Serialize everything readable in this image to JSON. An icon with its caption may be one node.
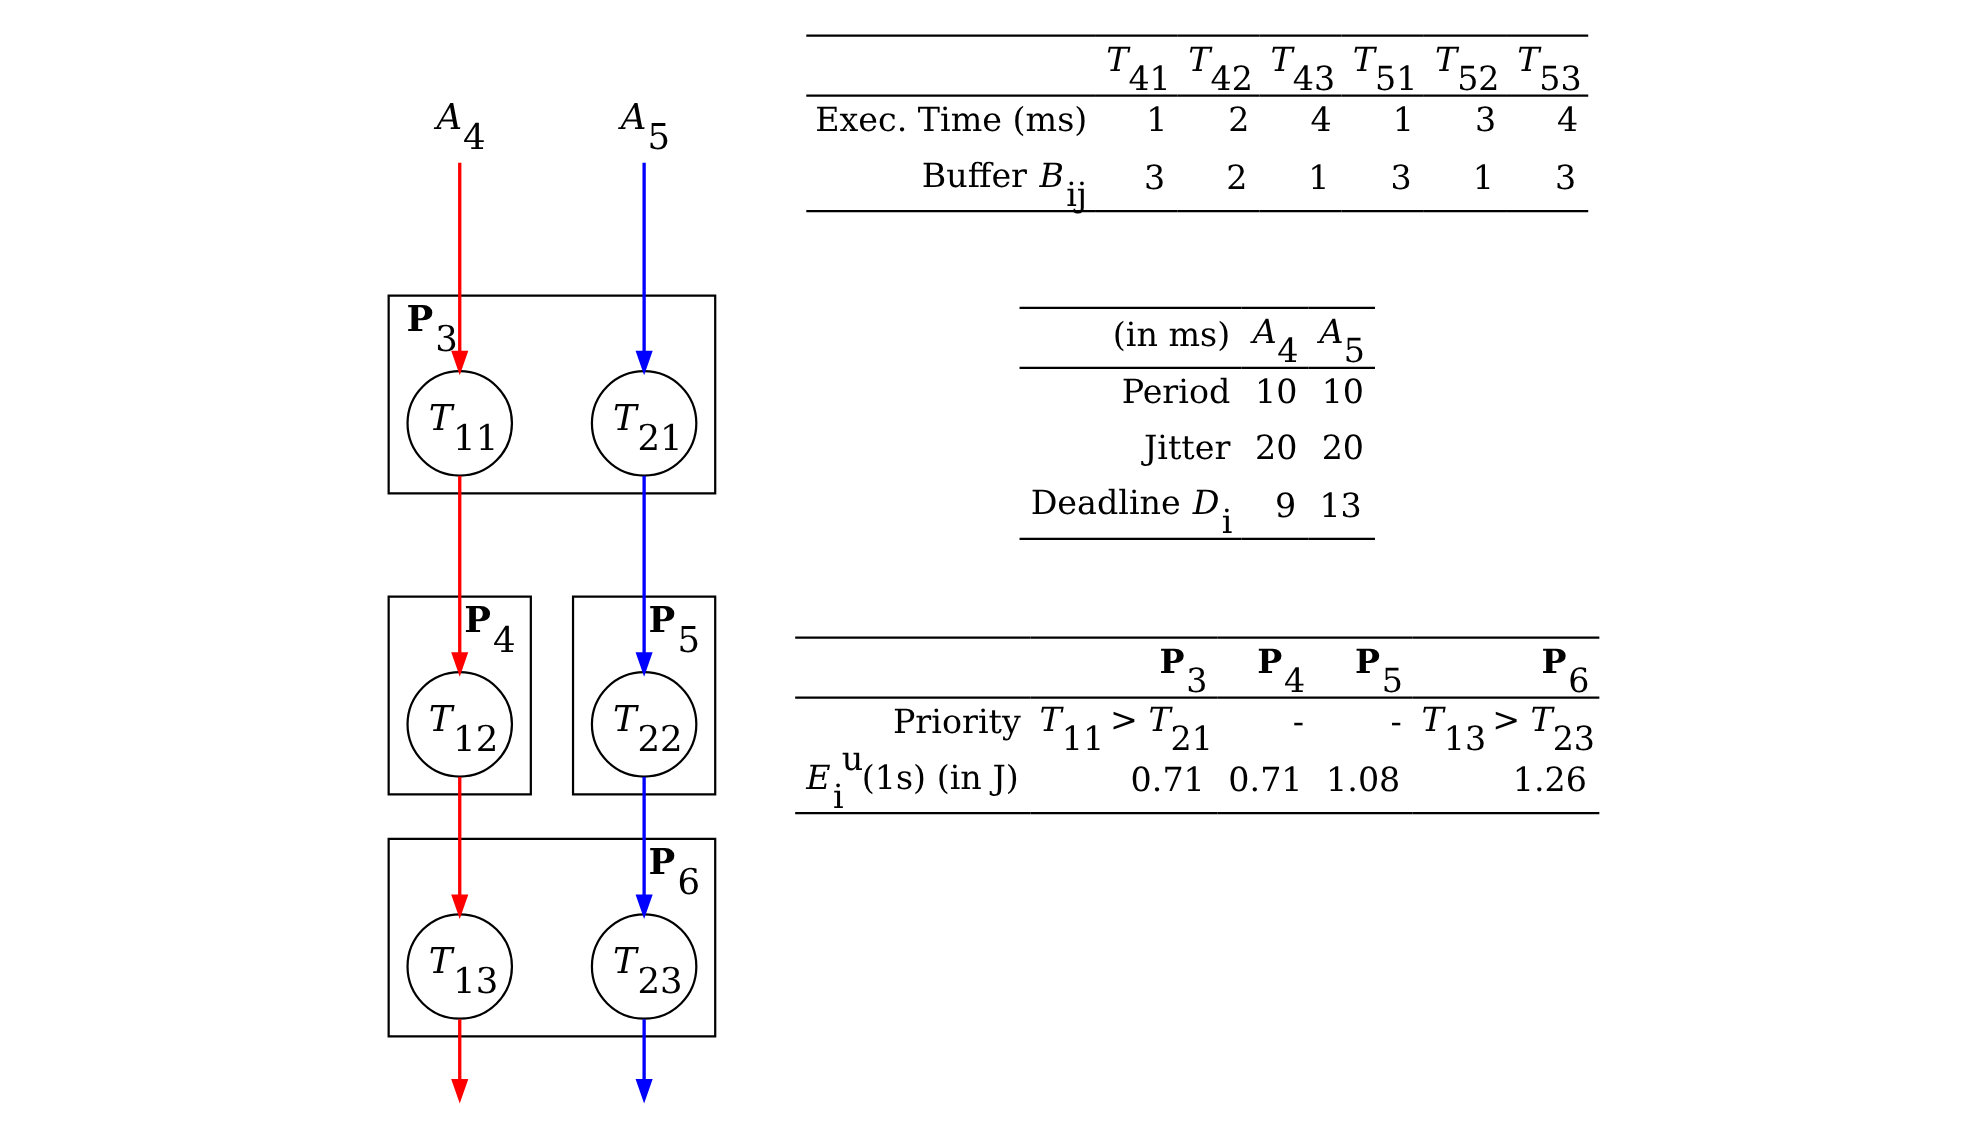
{
  "diagram": {
    "nodes": [
      {
        "text": [
          "**P**$_{3}$"
        ]
      },
      {
        "text": [
          "*T*$_{11}$"
        ],
        "in": 0
      },
      {
        "text": [
          "*T*$_{21}$"
        ],
        "in": 0
      },
      {
        "text": [
          "**P**$_{4}$"
        ]
      },
      {
        "text": [
          "*T*$_{12}$"
        ],
        "in": 3
      },
      {
        "text": [
          "**P**$_{5}$"
        ]
      },
      {
        "text": [
          "*T*$_{22}$"
        ],
        "in": 5
      },
      {
        "text": [
          "**P**$_{6}$"
        ]
      },
      {
        "text": [
          "*T*$_{13}$"
        ],
        "in": 7
      },
      {
        "text": [
          "*T*$_{23}$"
        ],
        "in": 7
      },
      {
        "text": [
          "*A*$_{4}$"
        ]
      },
      {
        "text": [
          "*A*$_{5}$"
        ]
      }
    ],
    "edges": [
      {
        "from": 10,
        "to": 1,
        "arrow": "to",
        "color": "#ff0000"
      },
      {
        "from": 1,
        "to": 4,
        "arrow": "to",
        "color": "#ff0000"
      },
      {
        "from": 4,
        "to": 8,
        "arrow": "to",
        "color": "#ff0000"
      },
      {
        "from": 8,
        "to": null,
        "arrow": "to",
        "color": "#ff0000"
      },
      {
        "from": 11,
        "to": 2,
        "arrow": "to",
        "color": "#0000ff"
      },
      {
        "from": 2,
        "to": 6,
        "arrow": "to",
        "color": "#0000ff"
      },
      {
        "from": 6,
        "to": 9,
        "arrow": "to",
        "color": "#0000ff"
      },
      {
        "from": 9,
        "to": null,
        "arrow": "to",
        "color": "#0000ff"
      }
    ],
    "labels": [
      "*T*$_{41}$",
      "*T*$_{42}$",
      "*T*$_{43}$",
      "*T*$_{51}$",
      "*T*$_{52}$",
      "*T*$_{53}$",
      "Exec. Time (ms)",
      "1",
      "2",
      "4",
      "1",
      "3",
      "4",
      "Buffer *B*$_{ij}$",
      "3",
      "2",
      "1",
      "3",
      "1",
      "3",
      "(in ms)",
      "*A*$_{4}$",
      "*A*$_{5}$",
      "Period",
      "10",
      "10",
      "Jitter",
      "20",
      "20",
      "Deadline *D*$_{i}$",
      "9",
      "13",
      "**P**$_{3}$",
      "**P**$_{4}$",
      "**P**$_{5}$",
      "**P**$_{6}$",
      "Priority",
      "*T*$_{11}$ > *T*$_{21}$",
      "-",
      "-",
      "*T*$_{13}$ > *T*$_{23}$",
      "*E*$_{i}$$^{u}$(1s) (in J)",
      "0.71",
      "0.71",
      "1.08",
      "1.26"
    ]
  }
}
